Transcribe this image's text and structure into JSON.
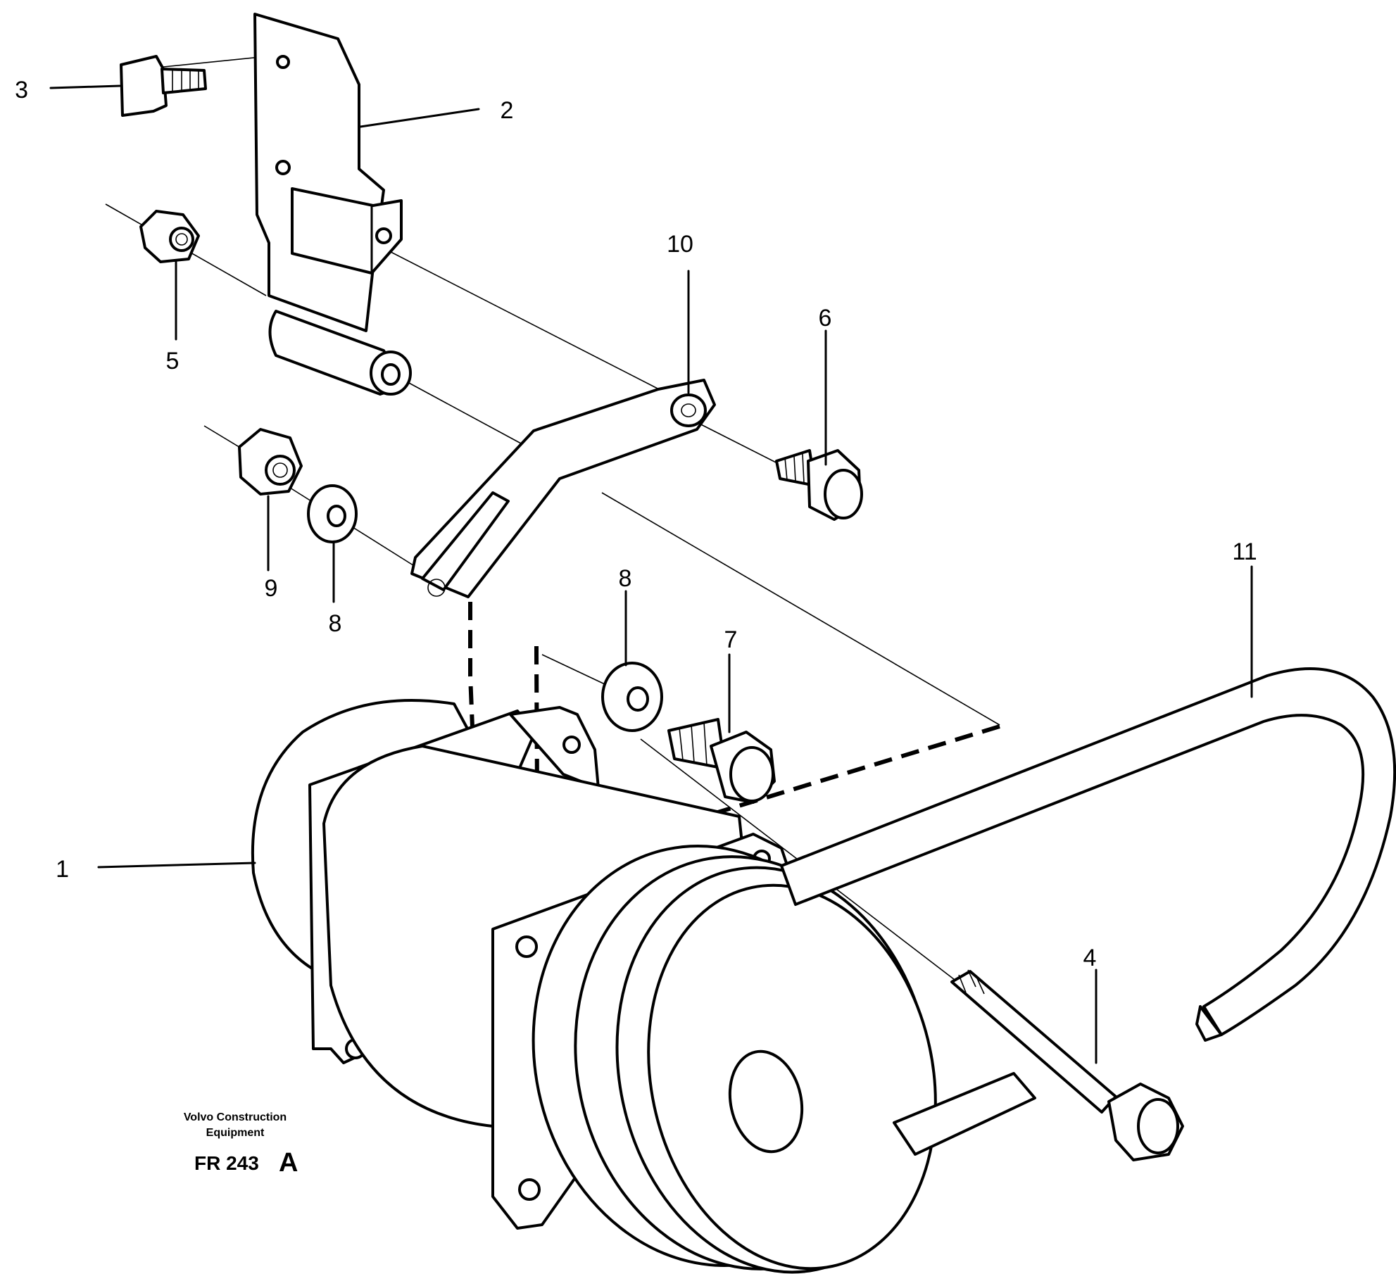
{
  "callouts": [
    {
      "id": "1",
      "label": "1"
    },
    {
      "id": "2",
      "label": "2"
    },
    {
      "id": "3",
      "label": "3"
    },
    {
      "id": "4",
      "label": "4"
    },
    {
      "id": "5",
      "label": "5"
    },
    {
      "id": "6",
      "label": "6"
    },
    {
      "id": "7",
      "label": "7"
    },
    {
      "id": "8a",
      "label": "8"
    },
    {
      "id": "8b",
      "label": "8"
    },
    {
      "id": "9",
      "label": "9"
    },
    {
      "id": "10",
      "label": "10"
    },
    {
      "id": "11",
      "label": "11"
    }
  ],
  "caption": {
    "company_line1": "Volvo Construction",
    "company_line2": "Equipment",
    "figure_id": "FR 243",
    "figure_rev": "A"
  }
}
